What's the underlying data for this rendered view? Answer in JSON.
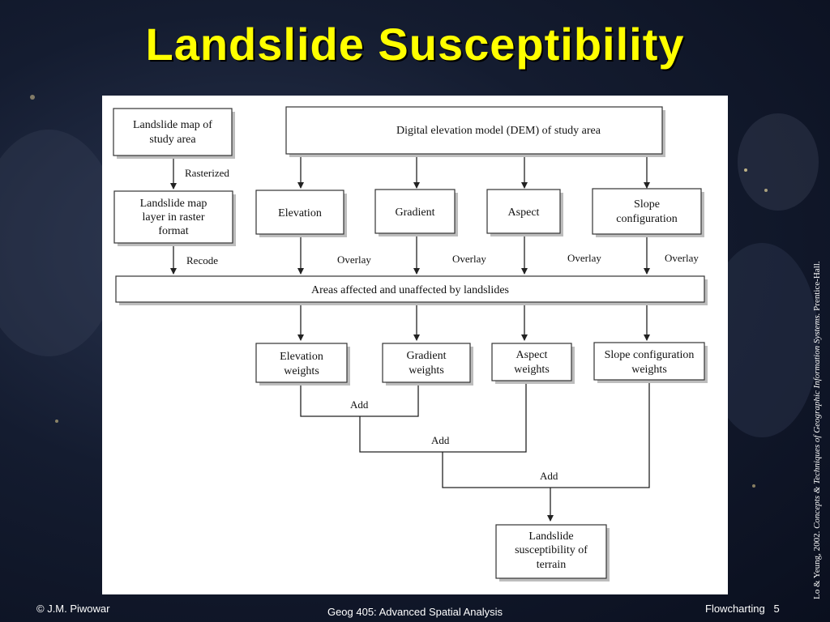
{
  "slide": {
    "title": "Landslide Susceptibility",
    "footer_left": "© J.M. Piwowar",
    "footer_center": "Geog 405:  Advanced Spatial Analysis",
    "footer_right_label": "Flowcharting",
    "footer_right_page": "5",
    "citation_prefix": "Lo & Yeung, 2002. ",
    "citation_title": "Concepts & Techniques of Geographic Information Systems.",
    "citation_suffix": " Prentice-Hall."
  },
  "diagram": {
    "boxes": {
      "landslide_map": [
        "Landslide map of",
        "study area"
      ],
      "dem": [
        "Digital elevation model (DEM) of study area"
      ],
      "raster_layer": [
        "Landslide map",
        "layer in raster",
        "format"
      ],
      "elevation": [
        "Elevation"
      ],
      "gradient": [
        "Gradient"
      ],
      "aspect": [
        "Aspect"
      ],
      "slope": [
        "Slope",
        "configuration"
      ],
      "areas": [
        "Areas affected and unaffected by landslides"
      ],
      "elev_weights": [
        "Elevation",
        "weights"
      ],
      "grad_weights": [
        "Gradient",
        "weights"
      ],
      "aspect_weights": [
        "Aspect",
        "weights"
      ],
      "slope_weights": [
        "Slope configuration",
        "weights"
      ],
      "result": [
        "Landslide",
        "susceptibility of",
        "terrain"
      ]
    },
    "labels": {
      "rasterized": "Rasterized",
      "recode": "Recode",
      "overlay_1": "Overlay",
      "overlay_2": "Overlay",
      "overlay_3": "Overlay",
      "overlay_4": "Overlay",
      "add_1": "Add",
      "add_2": "Add",
      "add_3": "Add"
    }
  }
}
